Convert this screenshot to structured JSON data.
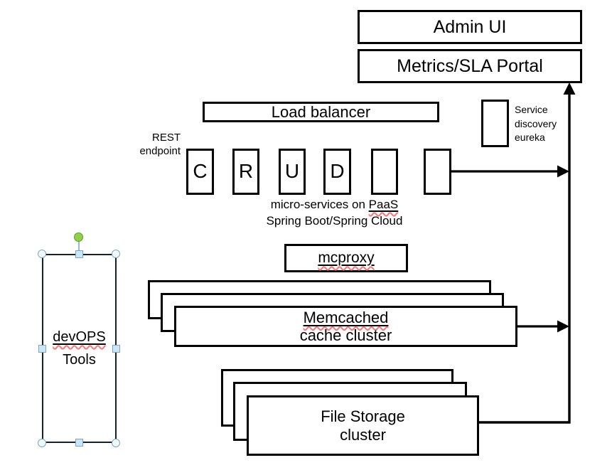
{
  "colors": {
    "ink": "#000000",
    "squiggle": "#ff7575",
    "handle-fill": "#cde6f7",
    "handle-stroke": "#7ba7c7",
    "rotate-green": "#8fd24a",
    "rotate-green-stroke": "#64991f"
  },
  "diagram": {
    "admin_ui": {
      "label": "Admin UI"
    },
    "metrics_portal": {
      "label": "Metrics/SLA Portal"
    },
    "load_balancer": {
      "label": "Load balancer"
    },
    "rest_endpoint": {
      "lines": [
        "REST",
        "endpoint"
      ]
    },
    "services": [
      {
        "label": "C"
      },
      {
        "label": "R"
      },
      {
        "label": "U"
      },
      {
        "label": "D"
      },
      {
        "label": ""
      },
      {
        "label": ""
      }
    ],
    "services_caption": {
      "prefix": "micro-services on ",
      "highlight": "PaaS",
      "line2": "Spring Boot/Spring Cloud"
    },
    "service_discovery": {
      "lines": [
        "Service",
        "discovery",
        "eureka"
      ]
    },
    "mcproxy": {
      "label": "mcproxy"
    },
    "memcached_cluster": {
      "line1": "Memcached",
      "line2": "cache cluster"
    },
    "file_storage_cluster": {
      "line1": "File Storage",
      "line2": "cluster"
    },
    "devops_tools": {
      "line1": "devOPS",
      "line2": "Tools"
    }
  }
}
